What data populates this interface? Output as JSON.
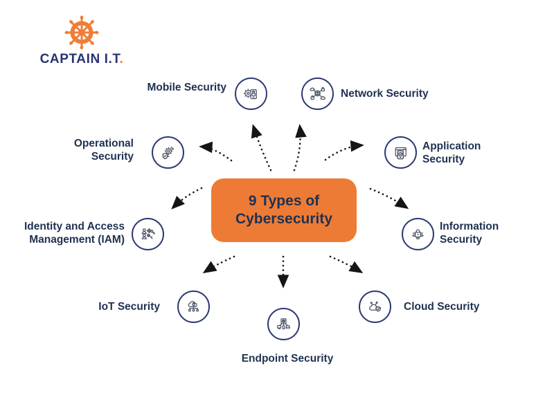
{
  "page": {
    "background_color": "#ffffff"
  },
  "logo": {
    "icon": "ship-wheel-icon",
    "icon_color": "#F07D36",
    "text_main": "CAPTAIN I.T",
    "text_accent": ".",
    "text_color": "#283273"
  },
  "center": {
    "lines": [
      "9 Types of",
      "Cybersecurity"
    ],
    "bg_color": "#EE7B35",
    "text_color": "#1F3150"
  },
  "nodes": [
    {
      "id": "mobile-security",
      "icon": "mobile-security-icon",
      "lines": [
        "Mobile Security"
      ]
    },
    {
      "id": "network-security",
      "icon": "network-security-icon",
      "lines": [
        "Network Security"
      ]
    },
    {
      "id": "operational-security",
      "icon": "operational-security-icon",
      "lines": [
        "Operational",
        "Security"
      ]
    },
    {
      "id": "application-security",
      "icon": "application-security-icon",
      "lines": [
        "Application",
        "Security"
      ]
    },
    {
      "id": "iam",
      "icon": "identity-access-management-icon",
      "lines": [
        "Identity and Access",
        "Management (IAM)"
      ]
    },
    {
      "id": "information-security",
      "icon": "information-security-icon",
      "lines": [
        "Information",
        "Security"
      ]
    },
    {
      "id": "iot-security",
      "icon": "iot-security-icon",
      "lines": [
        "IoT Security"
      ]
    },
    {
      "id": "endpoint-security",
      "icon": "endpoint-security-icon",
      "lines": [
        "Endpoint Security"
      ]
    },
    {
      "id": "cloud-security",
      "icon": "cloud-security-icon",
      "lines": [
        "Cloud Security"
      ]
    }
  ],
  "style": {
    "circle_border_color": "#2C3A72",
    "icon_stroke_color": "#4d5565",
    "label_color": "#1F3150",
    "arrow_color": "#151515"
  }
}
